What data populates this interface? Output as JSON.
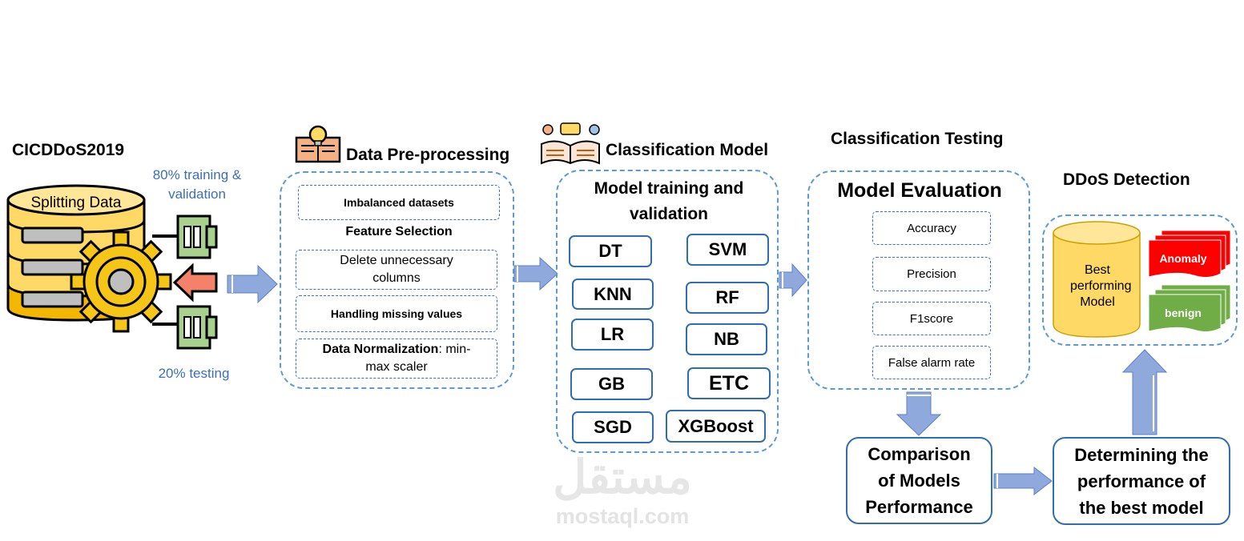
{
  "dataset": {
    "title": "CICDDoS2019",
    "cylinder_label": "Splitting Data",
    "train_note": "80% training & validation",
    "test_note": "20% testing"
  },
  "preprocessing": {
    "title": "Data Pre-processing",
    "steps": {
      "imbalanced": "Imbalanced datasets",
      "feature_selection": "Feature Selection",
      "delete_columns": "Delete  unnecessary columns",
      "missing_values": "Handling missing values",
      "normalization_bold": "Data Normalization",
      "normalization_rest": ": min-max scaler"
    }
  },
  "classification": {
    "title": "Classification Model",
    "subtitle": "Model training and validation",
    "models": {
      "dt": "DT",
      "svm": "SVM",
      "knn": "KNN",
      "rf": "RF",
      "lr": "LR",
      "nb": "NB",
      "gb": "GB",
      "etc": "ETC",
      "sgd": "SGD",
      "xgboost": "XGBoost"
    }
  },
  "testing": {
    "title": "Classification Testing",
    "subtitle": "Model Evaluation",
    "metrics": {
      "accuracy": "Accuracy",
      "precision": "Precision",
      "f1score": "F1score",
      "false_alarm": "False alarm rate"
    }
  },
  "detection": {
    "title": "DDoS Detection",
    "best_model": "Best performing Model",
    "anomaly": "Anomaly",
    "benign": "benign"
  },
  "comparison": "Comparison of Models Performance",
  "determining": "Determining the performance of the best model",
  "watermark": {
    "arabic": "مستقل",
    "latin": "mostaql.com"
  },
  "colors": {
    "panel_border": "#5b9bd5",
    "box_border": "#2e6eb0",
    "arrow_fill": "#8fa9dc",
    "anomaly_red": "#ff0000",
    "benign_green": "#70ad47",
    "cylinder_yellow": "#ffd966",
    "gear_yellow": "#f5c518"
  }
}
